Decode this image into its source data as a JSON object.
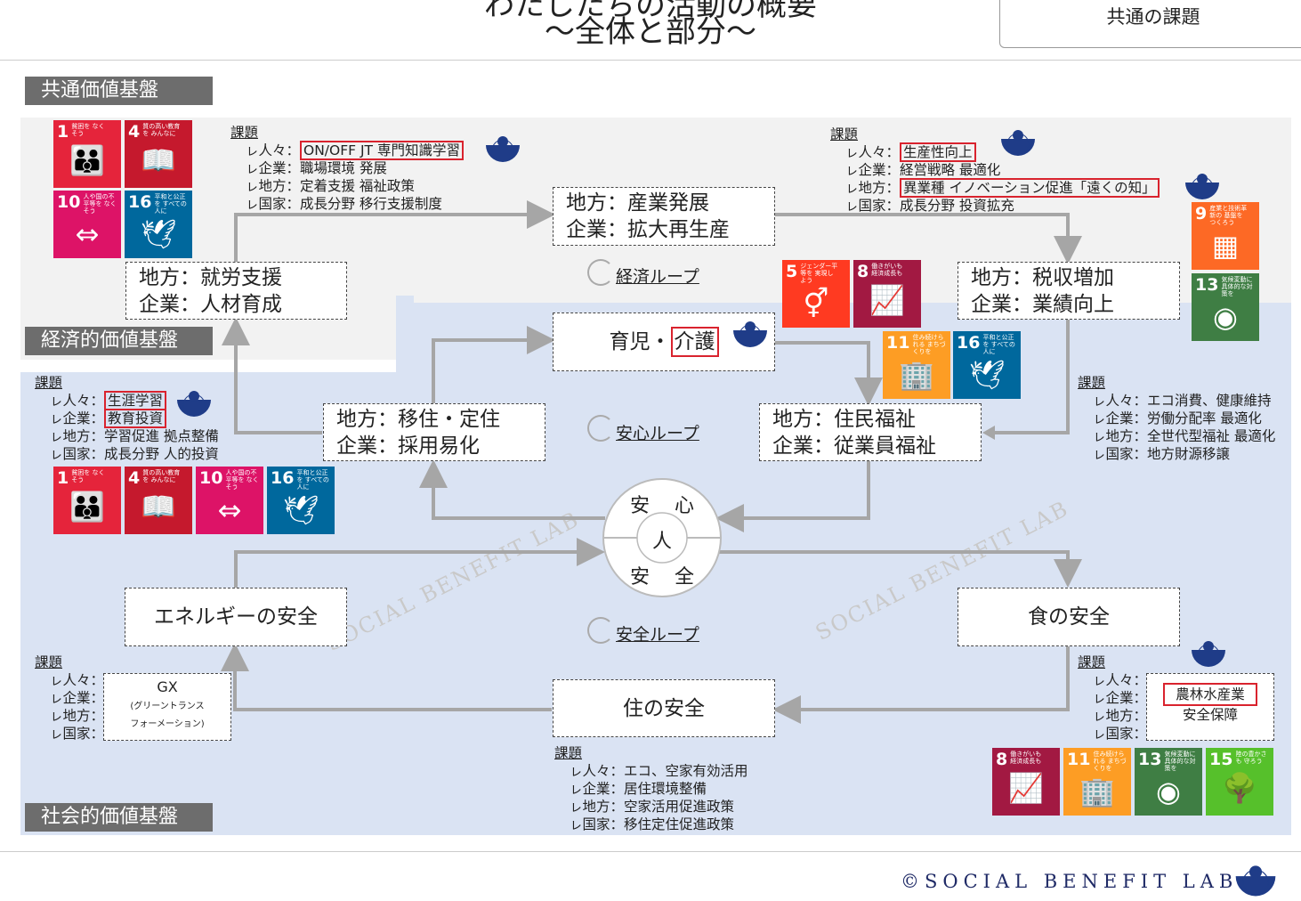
{
  "header": {
    "title_line1": "わたしたちの活動の概要",
    "title_line2": "〜全体と部分〜",
    "common_issue": "共通の課題"
  },
  "bases": {
    "common": "共通価値基盤",
    "economic": "経済的価値基盤",
    "social": "社会的価値基盤"
  },
  "nodes": {
    "employment": [
      "地方：就労支援",
      "企業：人材育成"
    ],
    "industry": [
      "地方：産業発展",
      "企業：拡大再生産"
    ],
    "tax": [
      "地方：税収増加",
      "企業：業績向上"
    ],
    "migration": [
      "地方：移住・定住",
      "企業：採用易化"
    ],
    "childcare_a": "育児・",
    "childcare_b": "介護",
    "welfare": [
      "地方：住民福祉",
      "企業：従業員福祉"
    ],
    "energy": "エネルギーの安全",
    "food": "食の安全",
    "housing": "住の安全",
    "center": {
      "tl": "安",
      "tr": "心",
      "mid": "人",
      "bl": "安",
      "br": "全"
    }
  },
  "loops": {
    "economy": "経済ループ",
    "relief": "安心ループ",
    "safety": "安全ループ"
  },
  "issues": {
    "employment": {
      "title": "課題",
      "people_label": "ㇾ人々：",
      "people_value": "ON/OFF JT 専門知識学習",
      "company": "ㇾ企業：職場環境 発展",
      "region": "ㇾ地方：定着支援 福祉政策",
      "nation": "ㇾ国家：成長分野 移行支援制度"
    },
    "tax": {
      "title": "課題",
      "people_label": "ㇾ人々：",
      "people_value": "生産性向上",
      "company": "ㇾ企業：経営戦略 最適化",
      "region_label": "ㇾ地方：",
      "region_value": "異業種 イノベーション促進「遠くの知」",
      "nation": "ㇾ国家：成長分野 投資拡充"
    },
    "migration": {
      "title": "課題",
      "people_label": "ㇾ人々：",
      "people_value": "生涯学習",
      "company_label": "ㇾ企業：",
      "company_value": "教育投資",
      "region": "ㇾ地方：学習促進 拠点整備",
      "nation": "ㇾ国家：成長分野 人的投資"
    },
    "welfare": {
      "title": "課題",
      "people": "ㇾ人々：エコ消費、健康維持",
      "company": "ㇾ企業：労働分配率 最適化",
      "region": "ㇾ地方：全世代型福祉 最適化",
      "nation": "ㇾ国家：地方財源移譲"
    },
    "energy": {
      "title": "課題",
      "people": "ㇾ人々：",
      "company": "ㇾ企業：",
      "region": "ㇾ地方：",
      "nation": "ㇾ国家：",
      "gx_1": "GX",
      "gx_2": "(グリーントランス",
      "gx_3": "フォーメーション)"
    },
    "food": {
      "title": "課題",
      "people": "ㇾ人々：",
      "company": "ㇾ企業：",
      "region": "ㇾ地方：",
      "nation": "ㇾ国家：",
      "value_1": "農林水産業",
      "value_2": "安全保障"
    },
    "housing": {
      "title": "課題",
      "people": "ㇾ人々：エコ、空家有効活用",
      "company": "ㇾ企業：居住環境整備",
      "region": "ㇾ地方：空家活用促進政策",
      "nation": "ㇾ国家：移住定住促進政策"
    }
  },
  "sdgs": {
    "g1": {
      "num": "1",
      "text": "貧困を なくそう",
      "icon": "👪",
      "color": "#e5243b"
    },
    "g4": {
      "num": "4",
      "text": "質の高い教育を みんなに",
      "icon": "📖",
      "color": "#c5192d"
    },
    "g5": {
      "num": "5",
      "text": "ジェンダー平等を 実現しよう",
      "icon": "⚥",
      "color": "#ff3a21"
    },
    "g8": {
      "num": "8",
      "text": "働きがいも 経済成長も",
      "icon": "📈",
      "color": "#a21942"
    },
    "g9": {
      "num": "9",
      "text": "産業と技術革新の 基盤をつくろう",
      "icon": "▦",
      "color": "#fd6925"
    },
    "g10": {
      "num": "10",
      "text": "人や国の不平等を なくそう",
      "icon": "⇔",
      "color": "#dd1367"
    },
    "g11": {
      "num": "11",
      "text": "住み続けられる まちづくりを",
      "icon": "🏢",
      "color": "#fd9d24"
    },
    "g13": {
      "num": "13",
      "text": "気候変動に 具体的な対策を",
      "icon": "◉",
      "color": "#3f7e44"
    },
    "g15": {
      "num": "15",
      "text": "陸の豊かさも 守ろう",
      "icon": "🌳",
      "color": "#56c02b"
    },
    "g16": {
      "num": "16",
      "text": "平和と公正を すべての人に",
      "icon": "🕊",
      "color": "#00689d"
    }
  },
  "watermark": "SOCIAL BENEFIT LAB",
  "footer": {
    "copyright": "©SOCIAL BENEFIT LAB"
  },
  "colors": {
    "arrow": "#a6a6a6",
    "econ_bg": "#f2f2f2",
    "social_bg": "#dae3f3",
    "tag": "#6d6d6d",
    "highlight": "#d9232e",
    "logo": "#1f3c88"
  }
}
